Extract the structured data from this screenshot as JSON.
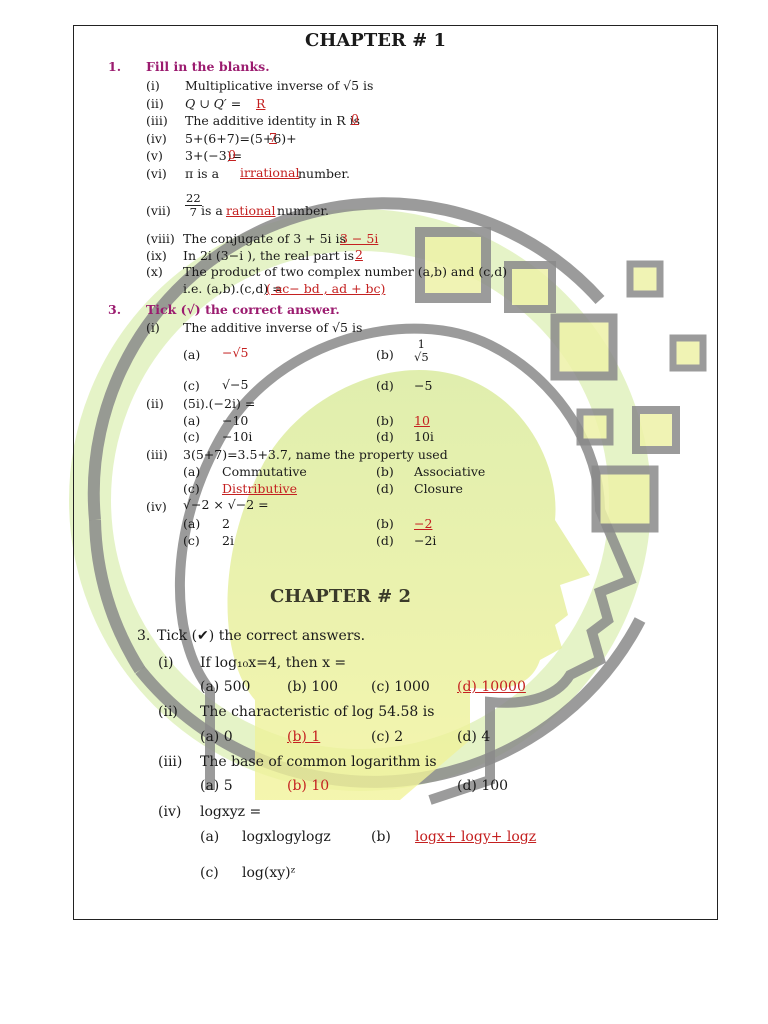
{
  "ch1": {
    "title": "CHAPTER # 1",
    "s1_num": "1.",
    "s1_title": "Fill in the blanks.",
    "fill": [
      {
        "n": "(i)",
        "text": "Multiplicative inverse of √5 is",
        "ans": ""
      },
      {
        "n": "(ii)",
        "text": "Q ∪ Q′ =",
        "ans": "R"
      },
      {
        "n": "(iii)",
        "text": "The additive identity in R is",
        "ans": "0"
      },
      {
        "n": "(iv)",
        "text": "5+(6+7)=(5+6)+",
        "ans": "7"
      },
      {
        "n": "(v)",
        "text": "3+(−3)=",
        "ans": "0"
      },
      {
        "n": "(vi)",
        "text": "π is a",
        "ans": "irrational",
        "tail": "number."
      },
      {
        "n": "(vii)",
        "frac_num": "22",
        "frac_den": "7",
        "text": "is a",
        "ans": "rational",
        "tail": "number."
      },
      {
        "n": "(viii)",
        "text": "The conjugate of  3 + 5i  is",
        "ans": "3 − 5i"
      },
      {
        "n": "(ix)",
        "text": "In 2i (3−i ), the real part is",
        "ans": "2"
      },
      {
        "n": "(x)",
        "text": "The product of two complex number (a,b) and (c,d)"
      },
      {
        "n": "",
        "text": "i.e. (a,b).(c,d) =",
        "ans": "( ac− bd ,  ad + bc)"
      }
    ],
    "s3_num": "3.",
    "s3_title": "Tick (√) the correct answer.",
    "mcq": [
      {
        "n": "(i)",
        "q": "The additive inverse of √5 is",
        "a": "−√5",
        "b_num": "1",
        "b_den": "√5",
        "c": "√−5",
        "d": "−5"
      },
      {
        "n": "(ii)",
        "q": "(5i).(−2i) =",
        "a": "−10",
        "b": "10",
        "c": "−10i",
        "d": "10i"
      },
      {
        "n": "(iii)",
        "q": "3(5+7)=3.5+3.7, name the property used",
        "a": "Commutative",
        "b": "Associative",
        "c": "Distributive",
        "d": "Closure"
      },
      {
        "n": "(iv)",
        "q": "√−2 × √−2 =",
        "a": "2",
        "b": "−2",
        "c": "2i",
        "d": "−2i"
      }
    ],
    "opt_labels": {
      "a": "(a)",
      "b": "(b)",
      "c": "(c)",
      "d": "(d)"
    }
  },
  "ch2": {
    "title": "CHAPTER # 2",
    "s3_num": "3.",
    "s3_title": "Tick (✔) the correct answers.",
    "mcq": [
      {
        "n": "(i)",
        "q": "If log₁₀x=4, then x =",
        "a": "(a) 500",
        "b": "(b) 100",
        "c": "(c) 1000",
        "d": "(d) 10000"
      },
      {
        "n": "(ii)",
        "q": "The characteristic of log 54.58 is",
        "a": "(a) 0",
        "b": "(b) 1",
        "c": "(c) 2",
        "d": "(d) 4"
      },
      {
        "n": "(iii)",
        "q": "The base of common logarithm is",
        "a": "(a) 5",
        "b": "(b) 10",
        "d": "(d) 100"
      },
      {
        "n": "(iv)",
        "q": "logxyz =",
        "a_lbl": "(a)",
        "a": "logxlogylogz",
        "b_lbl": "(b)",
        "b": "logx+ logy+ logz",
        "c_lbl": "(c)",
        "c": "log(xy)ᶻ"
      }
    ]
  },
  "colors": {
    "answer": "#c42020",
    "heading": "#9b1b6f",
    "wm_grey": "#8a8a8a",
    "wm_green": "#c8e07a"
  }
}
